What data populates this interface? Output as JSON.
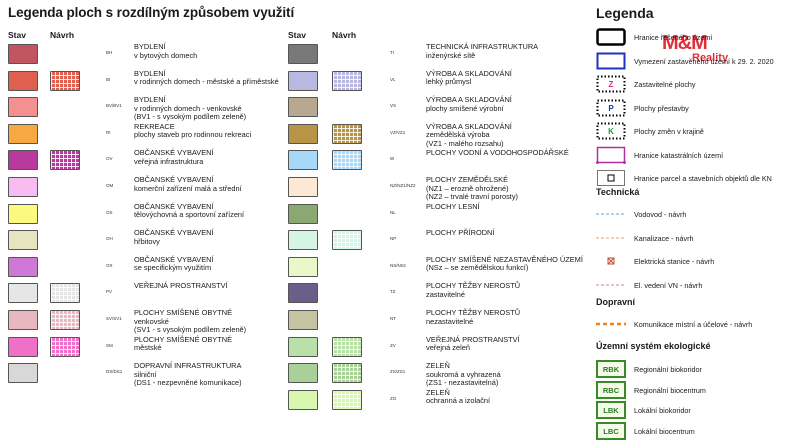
{
  "title": "Legenda ploch s rozdílným způsobem využití",
  "col_headers": {
    "stav": "Stav",
    "navrh": "Návrh"
  },
  "left_items": [
    {
      "code": "BH",
      "color": "#c15560",
      "navrh": false,
      "title": "BYDLENÍ",
      "sub": [
        "v bytových domech"
      ]
    },
    {
      "code": "BI",
      "color": "#e06050",
      "navrh": true,
      "title": "BYDLENÍ",
      "sub": [
        "v rodinných domech - městské a příměstské"
      ]
    },
    {
      "code": "BV/BV1",
      "color": "#f49090",
      "navrh": false,
      "title": "BYDLENÍ",
      "sub": [
        "v rodinných domech - venkovské",
        "(BV1 - s vysokým podílem zeleně)"
      ]
    },
    {
      "code": "RI",
      "color": "#f7a840",
      "navrh": false,
      "title": "REKREACE",
      "sub": [
        "plochy staveb pro rodinnou rekreaci"
      ]
    },
    {
      "code": "OV",
      "color": "#b83a9c",
      "navrh": true,
      "title": "OBČANSKÉ VYBAVENÍ",
      "sub": [
        "veřejná infrastruktura"
      ]
    },
    {
      "code": "OM",
      "color": "#f7bcf0",
      "navrh": false,
      "title": "OBČANSKÉ VYBAVENÍ",
      "sub": [
        "komerční zařízení malá a střední"
      ]
    },
    {
      "code": "OS",
      "color": "#fafa80",
      "navrh": false,
      "title": "OBČANSKÉ VYBAVENÍ",
      "sub": [
        "tělovýchovná a sportovní zařízení"
      ]
    },
    {
      "code": "OH",
      "color": "#e7e5c0",
      "navrh": false,
      "title": "OBČANSKÉ VYBAVENÍ",
      "sub": [
        "hřbitovy"
      ]
    },
    {
      "code": "OX",
      "color": "#d078d8",
      "navrh": false,
      "title": "OBČANSKÉ VYBAVENÍ",
      "sub": [
        "se specifickým využitím"
      ]
    },
    {
      "code": "PV",
      "color": "#e6e6e6",
      "navrh": true,
      "title": "VEŘEJNÁ PROSTRANSTVÍ",
      "sub": []
    },
    {
      "code": "SV/SV1",
      "color": "#e8b8c0",
      "navrh": true,
      "title": "PLOCHY SMÍŠENÉ OBYTNÉ",
      "sub": [
        "venkovské",
        "(SV1 - s vysokým podílem zeleně)"
      ]
    },
    {
      "code": "SM",
      "color": "#f070c8",
      "navrh": true,
      "title": "PLOCHY SMÍŠENÉ OBYTNÉ",
      "sub": [
        "městské"
      ]
    },
    {
      "code": "DS/DS1",
      "color": "#d8d8d8",
      "navrh": false,
      "title": "DOPRAVNÍ INFRASTRUKTURA",
      "sub": [
        "silniční",
        "(DS1 - nezpevněné komunikace)"
      ]
    }
  ],
  "mid_items": [
    {
      "code": "TI",
      "color": "#787878",
      "navrh": false,
      "title": "TECHNICKÁ INFRASTRUKTURA",
      "sub": [
        "inženýrské sítě"
      ]
    },
    {
      "code": "VL",
      "color": "#b8b8e0",
      "navrh": true,
      "title": "VÝROBA A SKLADOVÁNÍ",
      "sub": [
        "lehký průmysl"
      ]
    },
    {
      "code": "VS",
      "color": "#b8a890",
      "navrh": false,
      "title": "VÝROBA A SKLADOVÁNÍ",
      "sub": [
        "plochy smíšené výrobní"
      ]
    },
    {
      "code": "VZ/VZ1",
      "color": "#b89448",
      "navrh": true,
      "title": "VÝROBA A SKLADOVÁNÍ",
      "sub": [
        "zemědělská výroba",
        "(VZ1 - malého rozsahu)"
      ]
    },
    {
      "code": "W",
      "color": "#a8d8f8",
      "navrh": true,
      "title": "PLOCHY VODNÍ A VODOHOSPODÁŘSKÉ",
      "sub": []
    },
    {
      "code": "NZ/NZ1/NZ2",
      "color": "#fce8d4",
      "navrh": false,
      "title": "PLOCHY ZEMĚDĚLSKÉ",
      "sub": [
        "(NZ1 – erozně ohrožené)",
        "(NZ2 – trvalé travní porosty)"
      ]
    },
    {
      "code": "NL",
      "color": "#8aa870",
      "navrh": false,
      "title": "PLOCHY LESNÍ",
      "sub": []
    },
    {
      "code": "NP",
      "color": "#d4f4e4",
      "navrh": true,
      "title": "PLOCHY PŘÍRODNÍ",
      "sub": []
    },
    {
      "code": "NS/NSz",
      "color": "#e8f8c8",
      "navrh": false,
      "title": "PLOCHY SMÍŠENÉ NEZASTAVĚNÉHO ÚZEMÍ",
      "sub": [
        "(NSz – se zemědělskou funkcí)"
      ]
    },
    {
      "code": "TZ",
      "color": "#686088",
      "navrh": false,
      "title": "PLOCHY TĚŽBY NEROSTŮ",
      "sub": [
        "zastavitelné"
      ]
    },
    {
      "code": "NT",
      "color": "#c4c4a4",
      "navrh": false,
      "title": "PLOCHY TĚŽBY NEROSTŮ",
      "sub": [
        "nezastavitelné"
      ]
    },
    {
      "code": "ZV",
      "color": "#b8e0a8",
      "navrh": true,
      "title": "VEŘEJNÁ PROSTRANSTVÍ",
      "sub": [
        "veřejná zeleň"
      ]
    },
    {
      "code": "ZS/ZS1",
      "color": "#a8d098",
      "navrh": true,
      "title": "ZELEŇ",
      "sub": [
        "soukromá a vyhrazená",
        "(ZS1 - nezastavitelná)"
      ]
    },
    {
      "code": "ZO",
      "color": "#d8f8b0",
      "navrh": true,
      "title": "ZELEŇ",
      "sub": [
        "ochranná a izolační"
      ]
    }
  ],
  "legend": {
    "title": "Legenda",
    "items": [
      {
        "label": "Hranice řešeného území",
        "kind": "thick-black"
      },
      {
        "label": "Vymezení zastavěného území k 29. 2. 2020",
        "kind": "blue"
      },
      {
        "label": "Zastavitelné plochy",
        "kind": "dots",
        "letter": "Z",
        "letter_color": "#d0308c"
      },
      {
        "label": "Plochy přestavby",
        "kind": "dots",
        "letter": "P",
        "letter_color": "#2030c0"
      },
      {
        "label": "Plochy změn v krajině",
        "kind": "dots",
        "letter": "K",
        "letter_color": "#20a040"
      },
      {
        "label": "Hranice katastrálních území",
        "kind": "kat"
      },
      {
        "label": "Hranice parcel a stavebních objektů dle KN",
        "kind": "parcel"
      }
    ],
    "technicka_title": "Technická",
    "technicka": [
      {
        "label": "Vodovod - návrh",
        "color": "#6aa0d8"
      },
      {
        "label": "Kanalizace - návrh",
        "color": "#d8a080"
      },
      {
        "label": "Elektrická stanice - návrh",
        "color": "#c05030"
      },
      {
        "label": "El. vedení VN - návrh",
        "color": "#e08080"
      }
    ],
    "dopravni_title": "Dopravní",
    "dopravni": [
      {
        "label": "Komunikace místní a účelové - návrh",
        "color": "#f08020"
      }
    ],
    "uses_title": "Územní systém ekologické",
    "uses": [
      {
        "label": "Regionální biokoridor",
        "code": "RBK"
      },
      {
        "label": "Regionální biocentrum",
        "code": "RBC"
      },
      {
        "label": "Lokální biokoridor",
        "code": "LBK"
      },
      {
        "label": "Lokální biocentrum",
        "code": "LBC"
      }
    ]
  },
  "logo": {
    "main": "M&M",
    "sub": "Reality"
  }
}
